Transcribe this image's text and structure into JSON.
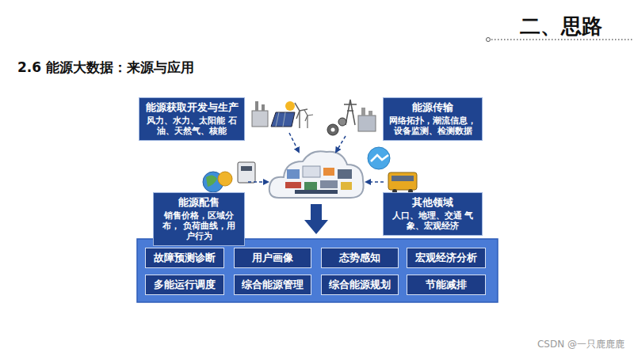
{
  "diagram": {
    "title": "2.6 能源大数据：来源与应用",
    "nodes": [
      {
        "text": [
          "能源获取开发与生产",
          "风力、水力、太阳能 石油、天然气、核能"
        ]
      },
      {
        "text": [
          "能源传输",
          "网络拓扑，潮流信息， 设备监测、检测数据"
        ]
      },
      {
        "text": [
          "能源配售",
          "销售价格，区域分布， 负荷曲线，用户行为"
        ]
      },
      {
        "text": [
          "其他领域",
          "人口、地理、交通 气象、宏观经济"
        ]
      },
      {
        "text": [
          "故障预测诊断"
        ]
      },
      {
        "text": [
          "用户画像"
        ]
      },
      {
        "text": [
          "态势感知"
        ]
      },
      {
        "text": [
          "宏观经济分析"
        ]
      },
      {
        "text": [
          "多能运行调度"
        ]
      },
      {
        "text": [
          "综合能源管理"
        ]
      },
      {
        "text": [
          "综合能源规划"
        ]
      },
      {
        "text": [
          "节能减排"
        ]
      }
    ],
    "edges": [],
    "labels": [
      "二、思路",
      "CSDN @一只鹿鹿鹿"
    ]
  }
}
